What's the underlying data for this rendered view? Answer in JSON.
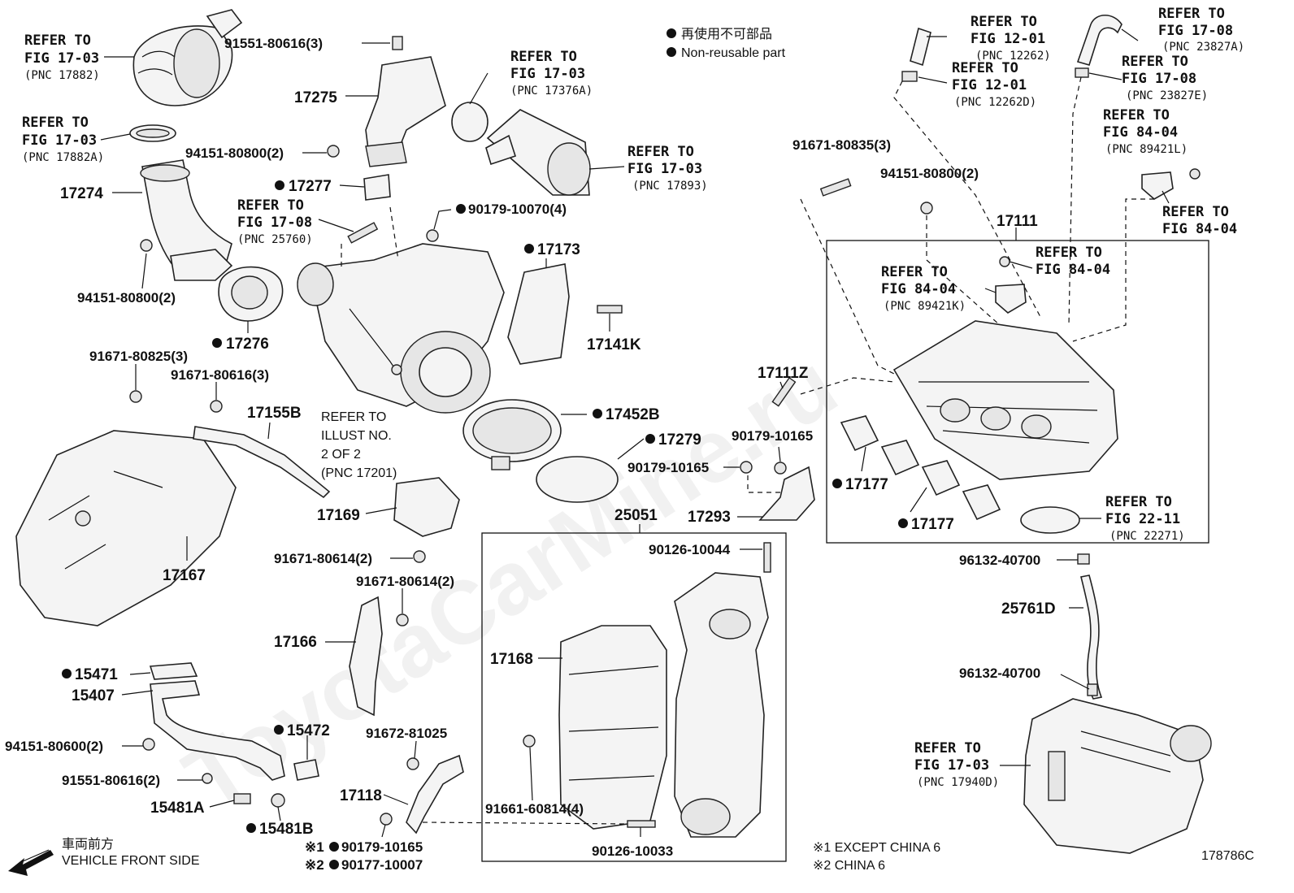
{
  "labels": {
    "l17275": "17275",
    "l17274": "17274",
    "l17277": "17277",
    "l17276": "17276",
    "l17173": "17173",
    "l17141k": "17141K",
    "l17452b": "17452B",
    "l17279": "17279",
    "l17155b": "17155B",
    "l17169": "17169",
    "l17167": "17167",
    "l17166": "17166",
    "l17168": "17168",
    "l25051": "25051",
    "l17293": "17293",
    "l17111": "17111",
    "l17111z": "17111Z",
    "l17177a": "17177",
    "l17177b": "17177",
    "l25761d": "25761D",
    "l15471": "15471",
    "l15407": "15407",
    "l15472": "15472",
    "l15481a": "15481A",
    "l15481b": "15481B",
    "l17118": "17118"
  },
  "partnos": {
    "p1": "91551-80616(3)",
    "p2": "94151-80800(2)",
    "p3": "90179-10070(4)",
    "p4": "94151-80800(2)",
    "p5": "91671-80825(3)",
    "p6": "91671-80616(3)",
    "p7": "91671-80614(2)",
    "p8": "91671-80614(2)",
    "p9": "90179-10165",
    "p10": "90179-10165",
    "p11": "90126-10044",
    "p12": "91671-80835(3)",
    "p13": "94151-80800(2)",
    "p14": "96132-40700",
    "p15": "96132-40700",
    "p16": "94151-80600(2)",
    "p17": "91551-80616(2)",
    "p18": "91672-81025",
    "p19": "91661-60814(4)",
    "p20": "90126-10033",
    "p21": "90179-10165",
    "p22": "90177-10007"
  },
  "refs": {
    "r1": {
      "a": "REFER TO",
      "b": "FIG 17-03",
      "c": "(PNC 17882)"
    },
    "r2": {
      "a": "REFER TO",
      "b": "FIG 17-03",
      "c": "(PNC 17882A)"
    },
    "r3": {
      "a": "REFER TO",
      "b": "FIG 17-08",
      "c": "(PNC 25760)"
    },
    "r4": {
      "a": "REFER TO",
      "b": "FIG 17-03",
      "c": "(PNC 17376A)"
    },
    "r5": {
      "a": "REFER TO",
      "b": "FIG 17-03",
      "c": "(PNC 17893)"
    },
    "r6": {
      "a": "REFER TO",
      "b": "FIG 12-01",
      "c": "(PNC 12262)"
    },
    "r7": {
      "a": "REFER TO",
      "b": "FIG 12-01",
      "c": "(PNC 12262D)"
    },
    "r8": {
      "a": "REFER TO",
      "b": "FIG 17-08",
      "c": "(PNC 23827A)"
    },
    "r9": {
      "a": "REFER TO",
      "b": "FIG 17-08",
      "c": "(PNC 23827E)"
    },
    "r10": {
      "a": "REFER TO",
      "b": "FIG 84-04",
      "c": "(PNC 89421L)"
    },
    "r11": {
      "a": "REFER TO",
      "b": "FIG 84-04"
    },
    "r12": {
      "a": "REFER TO",
      "b": "FIG 84-04"
    },
    "r13": {
      "a": "REFER TO",
      "b": "FIG 84-04",
      "c": "(PNC 89421K)"
    },
    "r14": {
      "a": "REFER TO",
      "b": "FIG 22-11",
      "c": "(PNC 22271)"
    },
    "r15": {
      "a": "REFER TO",
      "b": "FIG 17-03",
      "c": "(PNC 17940D)"
    },
    "illust": {
      "a": "REFER TO",
      "b": "ILLUST NO.",
      "c": "2 OF 2",
      "d": "(PNC 17201)"
    }
  },
  "legend": {
    "jp": "再使用不可部品",
    "en": "Non-reusable part"
  },
  "notes": {
    "n1": "※1 EXCEPT CHINA 6",
    "n2": "※2 CHINA 6",
    "mark1": "※1",
    "mark2": "※2"
  },
  "front": {
    "jp": "車両前方",
    "en": "VEHICLE FRONT SIDE"
  },
  "illustration_id": "178786C",
  "watermark": "ToyotaCarMine.ru",
  "colors": {
    "line": "#111111",
    "part_fill": "#f4f4f4",
    "background": "#ffffff"
  }
}
